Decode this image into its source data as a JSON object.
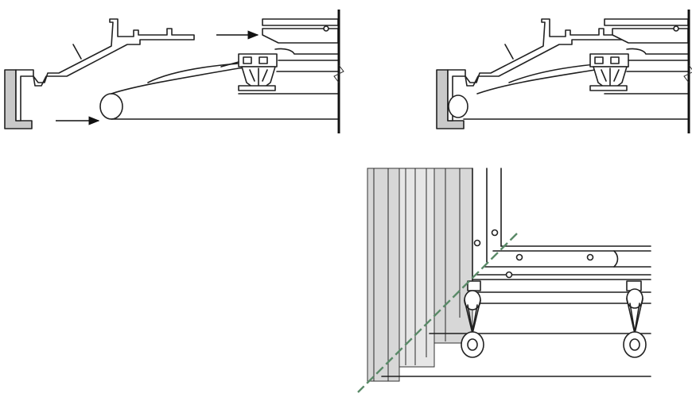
{
  "colors": {
    "line": "#1f1f1f",
    "fill_grey": "#c9c9c9",
    "panel_grey": "#d7d7d7",
    "fold_line": "#5a8a68",
    "background": "#ffffff"
  },
  "figures": [
    {
      "id": "section-before",
      "description_icon": "profile-section-with-insertion-arrows"
    },
    {
      "id": "section-after",
      "description_icon": "profile-section-assembled"
    },
    {
      "id": "perspective-corner",
      "description_icon": "corner-perspective-with-fold-line"
    }
  ]
}
